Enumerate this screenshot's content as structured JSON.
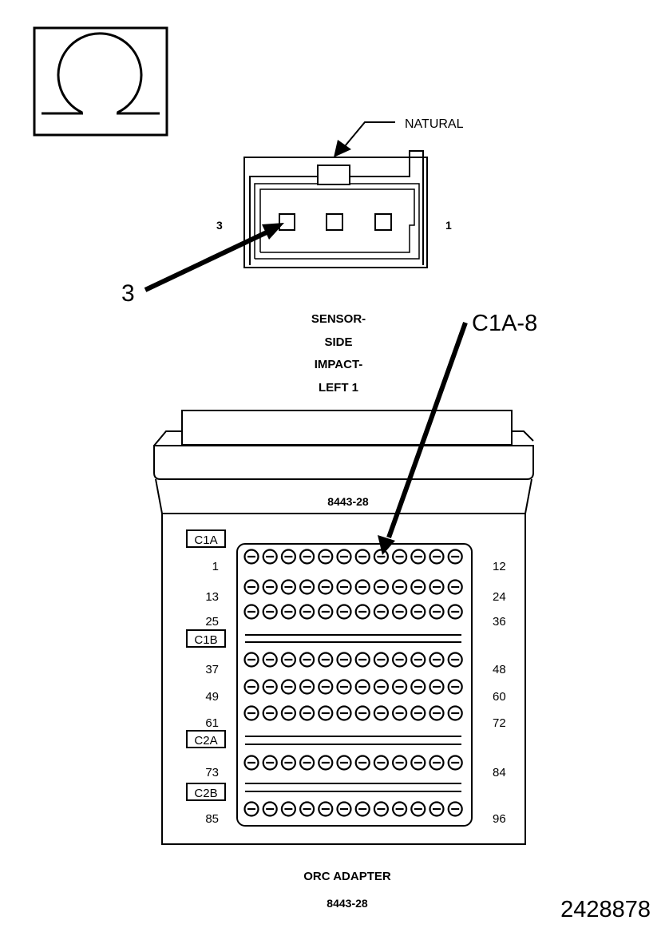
{
  "ohm_symbol": "Ω",
  "connector": {
    "color_label": "NATURAL",
    "left_pin_label": "3",
    "right_pin_label": "1",
    "callout_label": "3"
  },
  "sensor_label": [
    "SENSOR-",
    "SIDE",
    "IMPACT-",
    "LEFT 1"
  ],
  "adapter": {
    "part_number": "8443-28",
    "callout_label": "C1A-8",
    "pins_per_row": 12,
    "highlighted_pin": 8,
    "connector_groups": [
      {
        "label": "C1A",
        "rows": [
          {
            "start": "1",
            "end": "12"
          },
          {
            "start": "13",
            "end": "24"
          },
          {
            "start": "25",
            "end": "36"
          }
        ]
      },
      {
        "label": "C1B",
        "rows": [
          {
            "start": "37",
            "end": "48"
          },
          {
            "start": "49",
            "end": "60"
          },
          {
            "start": "61",
            "end": "72"
          }
        ]
      },
      {
        "label": "C2A",
        "rows": [
          {
            "start": "73",
            "end": "84"
          }
        ]
      },
      {
        "label": "C2B",
        "rows": [
          {
            "start": "85",
            "end": "96"
          }
        ]
      }
    ]
  },
  "caption": {
    "title": "ORC ADAPTER",
    "part_number": "8443-28"
  },
  "figure_number": "2428878"
}
